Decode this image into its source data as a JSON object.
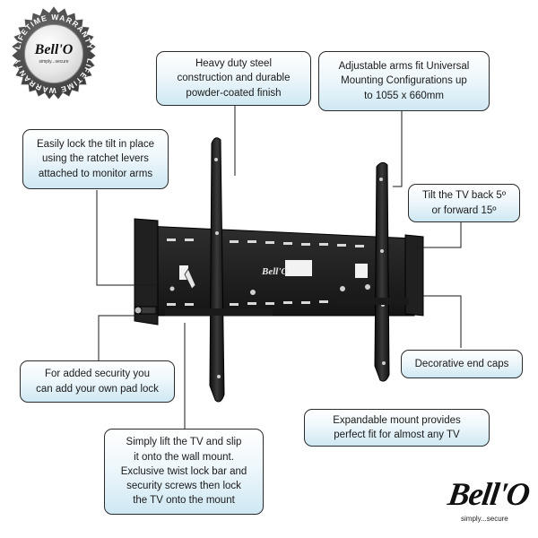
{
  "seal": {
    "ring_text": "LIFETIME WARRANTY",
    "logo_text": "Bell'O",
    "tagline": "simply...secure"
  },
  "callouts": {
    "steel": "Heavy duty steel\nconstruction and durable\npowder-coated finish",
    "arms": "Adjustable arms fit Universal\nMounting Configurations up\nto 1055 x 660mm",
    "ratchet": "Easily lock the tilt in place\nusing the ratchet levers\nattached to monitor arms",
    "tilt": "Tilt the TV back 5º\nor forward 15º",
    "endcaps": "Decorative end caps",
    "padlock": "For added security you\ncan add your own pad lock",
    "expand": "Expandable mount provides\nperfect fit for almost any TV",
    "lift": "Simply lift the TV and slip\nit onto the wall mount.\nExclusive twist lock bar and\nsecurity screws then lock\nthe TV onto the mount"
  },
  "mount_logo": "Bell'O",
  "brand": {
    "logo_text": "Bell'O",
    "tagline": "simply...secure"
  },
  "colors": {
    "callout_border": "#2b2b2b",
    "callout_fill_top": "#ffffff",
    "callout_fill_bottom": "#cfe8f3",
    "mount_black": "#1c1c1c"
  }
}
